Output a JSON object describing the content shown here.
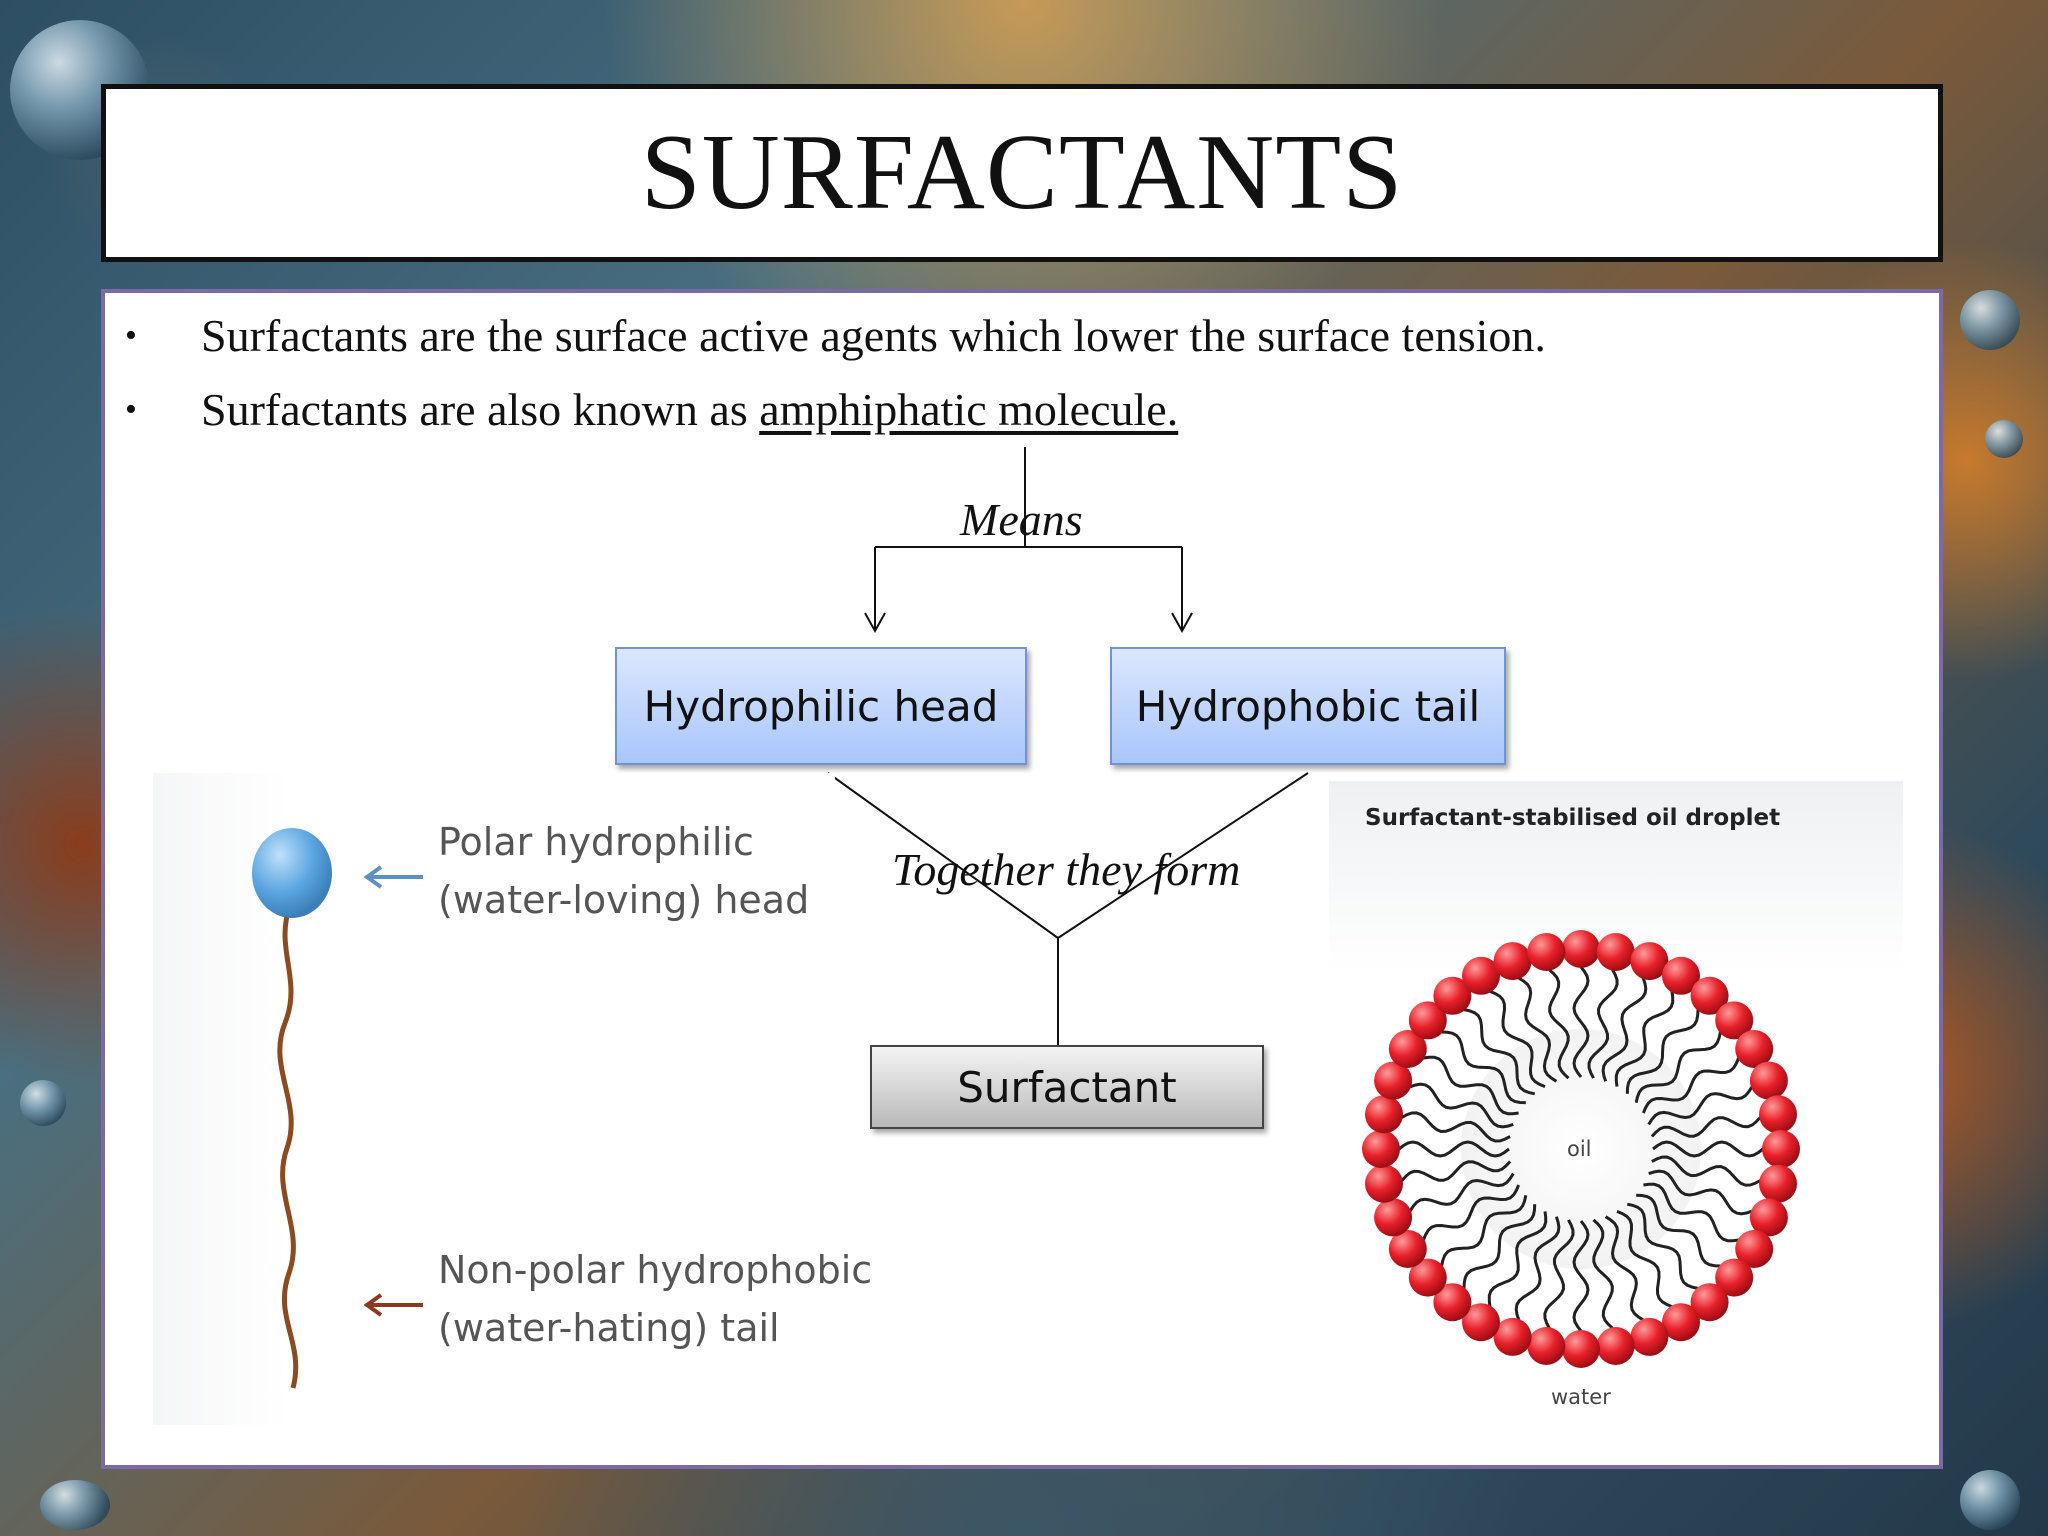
{
  "slide": {
    "title": "SURFACTANTS",
    "bullets": [
      {
        "text": "Surfactants are the surface active agents which lower the surface tension."
      },
      {
        "text": "Surfactants are also known as ",
        "underlined": "amphiphatic molecule."
      }
    ],
    "bullet_symbol": "•"
  },
  "flow": {
    "means_label": "Means",
    "head_box": "Hydrophilic head",
    "tail_box": "Hydrophobic tail",
    "together_label": "Together they form",
    "result_box": "Surfactant"
  },
  "molecule_figure": {
    "head_label_line1": "Polar hydrophilic",
    "head_label_line2": "(water-loving) head",
    "tail_label_line1": "Non-polar hydrophobic",
    "tail_label_line2": "(water-hating) tail",
    "colors": {
      "head": "#5aa5e0",
      "head_arrow": "#5a8fc7",
      "tail": "#8b4a1f",
      "tail_arrow": "#8b3a1f"
    }
  },
  "droplet_figure": {
    "title": "Surfactant-stabilised oil droplet",
    "center_label": "oil",
    "outer_label": "water",
    "colors": {
      "heads": "#e8202a",
      "tails": "#222222"
    }
  },
  "colors": {
    "blue_box": "#a9c6fb",
    "content_border": "#7b6aa3"
  }
}
